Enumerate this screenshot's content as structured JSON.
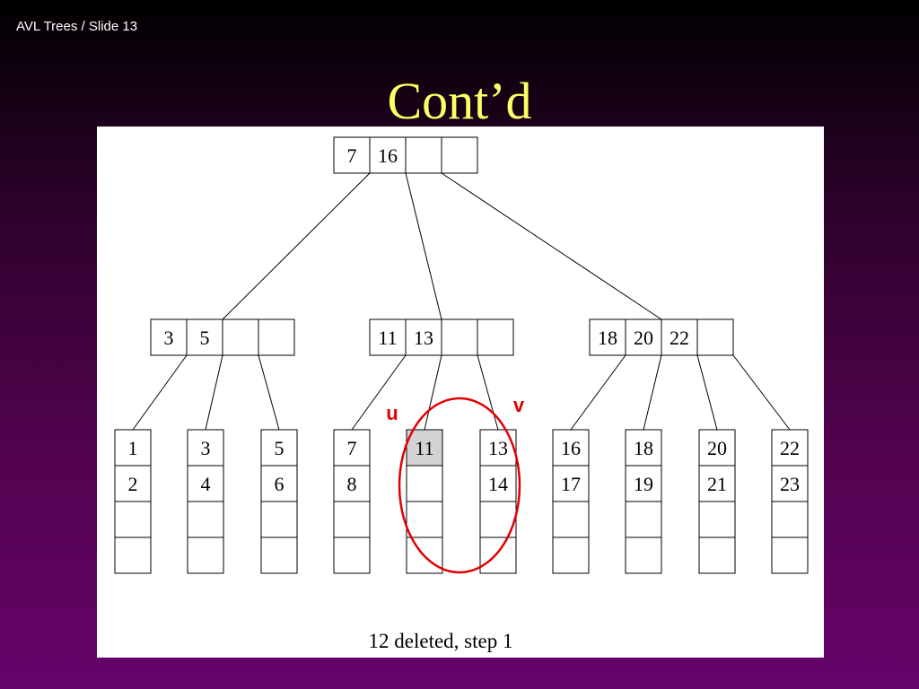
{
  "slide": {
    "header": "AVL Trees / Slide 13",
    "title": "Cont’d"
  },
  "tree": {
    "root": {
      "keys": [
        "7",
        "16",
        "",
        ""
      ]
    },
    "internal": [
      {
        "keys": [
          "3",
          "5",
          "",
          ""
        ]
      },
      {
        "keys": [
          "11",
          "13",
          "",
          ""
        ]
      },
      {
        "keys": [
          "18",
          "20",
          "22",
          ""
        ]
      }
    ],
    "leaves": [
      {
        "keys": [
          "1",
          "2",
          "",
          ""
        ]
      },
      {
        "keys": [
          "3",
          "4",
          "",
          ""
        ]
      },
      {
        "keys": [
          "5",
          "6",
          "",
          ""
        ]
      },
      {
        "keys": [
          "7",
          "8",
          "",
          ""
        ]
      },
      {
        "keys": [
          "11",
          "",
          "",
          ""
        ],
        "highlight": [
          0
        ]
      },
      {
        "keys": [
          "13",
          "14",
          "",
          ""
        ]
      },
      {
        "keys": [
          "16",
          "17",
          "",
          ""
        ]
      },
      {
        "keys": [
          "18",
          "19",
          "",
          ""
        ]
      },
      {
        "keys": [
          "20",
          "21",
          "",
          ""
        ]
      },
      {
        "keys": [
          "22",
          "23",
          "",
          ""
        ]
      }
    ],
    "parent_of_leaf": [
      0,
      0,
      0,
      1,
      1,
      1,
      2,
      2,
      2,
      2
    ],
    "markers": {
      "u": "u",
      "v": "v"
    },
    "caption": "12 deleted, step 1"
  },
  "colors": {
    "title": "#ffff66",
    "highlight_fill": "#d3d3d3",
    "marker": "#e00000"
  }
}
